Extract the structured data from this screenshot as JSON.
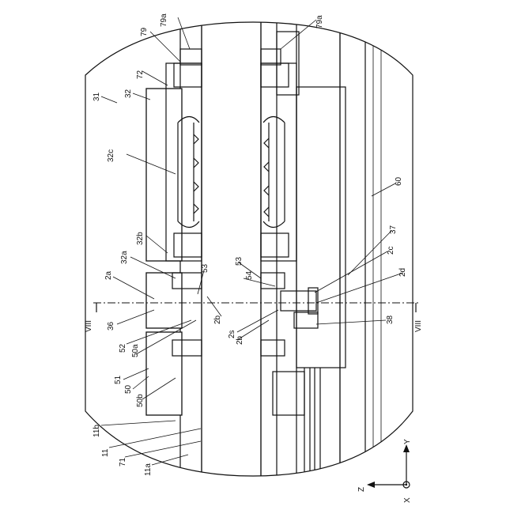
{
  "figure": {
    "section_mark_left": "VIII",
    "section_mark_right": "VIII",
    "labels": {
      "l31": "31",
      "l32": "32",
      "l32c": "32c",
      "l32b": "32b",
      "l32a": "32a",
      "l72": "72",
      "l79": "79",
      "l79a_left": "79a",
      "l79a_right": "79a",
      "l60": "60",
      "l37": "37",
      "l2c": "2c",
      "l2d": "2d",
      "l38": "38",
      "l2a": "2a",
      "l53_left": "53",
      "l53_right": "53",
      "l54": "54",
      "l2b_left": "2b",
      "l2s": "2s",
      "l2b_right": "2b",
      "l36": "36",
      "l52": "52",
      "l50a": "50a",
      "l51": "51",
      "l50": "50",
      "l50b": "50b",
      "l11b": "11b",
      "l11": "11",
      "l71": "71",
      "l11a": "11a"
    },
    "axes": {
      "y": "Y",
      "z": "Z",
      "x": "X"
    }
  }
}
